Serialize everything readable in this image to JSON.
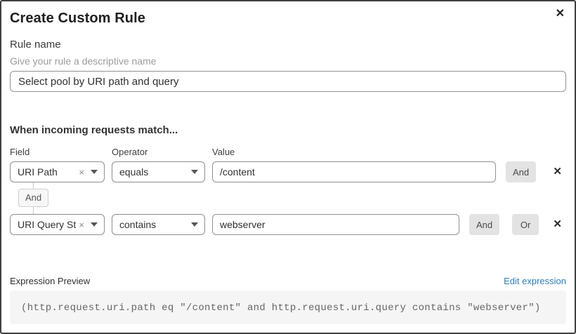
{
  "modal": {
    "title": "Create Custom Rule",
    "close_icon": "✕"
  },
  "rule_name": {
    "label": "Rule name",
    "helper": "Give your rule a descriptive name",
    "value": "Select pool by URI path and query"
  },
  "match": {
    "heading": "When incoming requests match...",
    "columns": {
      "field": "Field",
      "operator": "Operator",
      "value": "Value"
    },
    "connector": "And",
    "clear_icon": "×",
    "remove_icon": "✕",
    "rows": [
      {
        "field": "URI Path",
        "operator": "equals",
        "value": "/content",
        "and_label": "And"
      },
      {
        "field": "URI Query St...",
        "operator": "contains",
        "value": "webserver",
        "and_label": "And",
        "or_label": "Or"
      }
    ]
  },
  "expression": {
    "label": "Expression Preview",
    "edit_link": "Edit expression",
    "code": "(http.request.uri.path eq \"/content\" and http.request.uri.query contains \"webserver\")"
  },
  "colors": {
    "link_blue": "#2e7cb9",
    "button_gray": "#e3e3e3",
    "code_bg": "#f5f5f5"
  }
}
